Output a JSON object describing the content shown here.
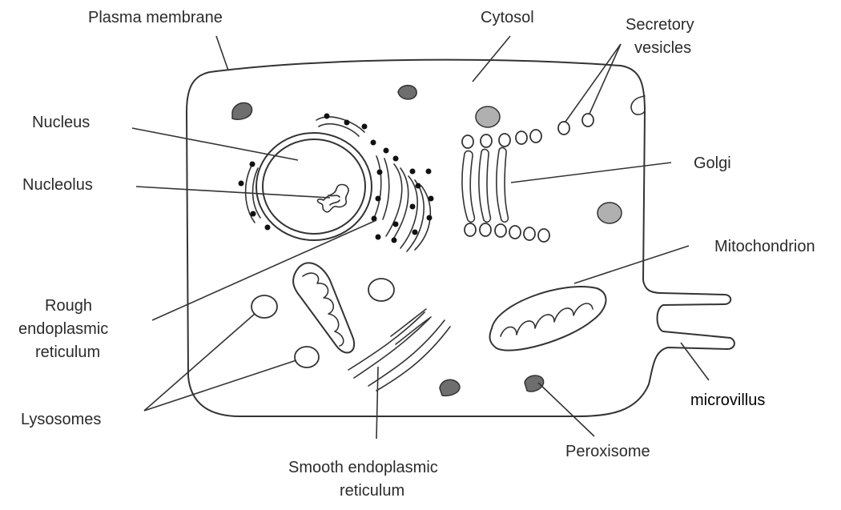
{
  "labels": {
    "plasma_membrane": "Plasma membrane",
    "cytosol": "Cytosol",
    "secretory_vesicles_1": "Secretory",
    "secretory_vesicles_2": "vesicles",
    "nucleus": "Nucleus",
    "nucleolus": "Nucleolus",
    "golgi": "Golgi",
    "mitochondrion": "Mitochondrion",
    "rough_er_1": "Rough",
    "rough_er_2": "endoplasmic",
    "rough_er_3": "reticulum",
    "lysosomes": "Lysosomes",
    "smooth_er_1": "Smooth endoplasmic",
    "smooth_er_2": "reticulum",
    "peroxisome": "Peroxisome",
    "microvillus": "microvillus"
  },
  "colors": {
    "peroxisome_fill": "#6e6e6e",
    "vesicle_fill": "#b0b0b0",
    "line": "#333333"
  }
}
